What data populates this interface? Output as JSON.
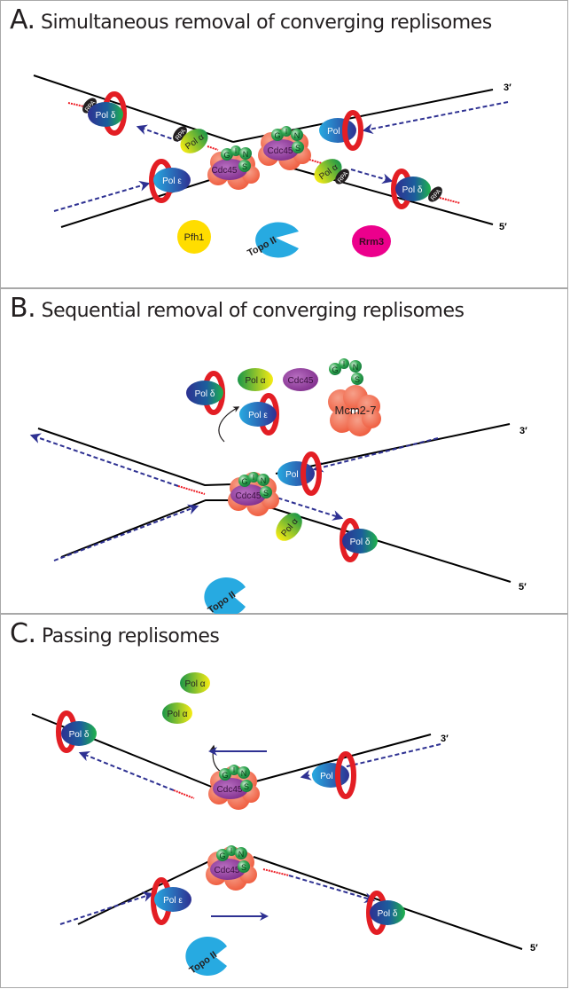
{
  "panels": [
    {
      "id": "A",
      "letter": "A.",
      "title": "Simultaneous removal of converging replisomes",
      "end_labels": {
        "top": "3′",
        "bottom": "5′"
      },
      "proteins": {
        "pol_delta": "Pol δ",
        "pol_epsilon": "Pol ε",
        "pol_alpha": "Pol α",
        "rpa": "RPA",
        "cdc45": "Cdc45",
        "gins": [
          "G",
          "I",
          "N",
          "S"
        ]
      },
      "free_factors": [
        "Pfh1",
        "Topo II",
        "Rrm3"
      ]
    },
    {
      "id": "B",
      "letter": "B.",
      "title": "Sequential removal of converging replisomes",
      "end_labels": {
        "top": "3′",
        "bottom": "5′"
      },
      "released": [
        "Pol α",
        "Cdc45",
        "Pol δ",
        "Pol ε",
        "Mcm2-7"
      ],
      "gins": [
        "G",
        "I",
        "N",
        "S"
      ],
      "proteins": {
        "pol_delta": "Pol δ",
        "pol_epsilon": "Pol ε",
        "pol_alpha": "Pol α",
        "cdc45": "Cdc45"
      },
      "free_factors": [
        "Topo II"
      ]
    },
    {
      "id": "C",
      "letter": "C.",
      "title": "Passing replisomes",
      "end_labels": {
        "top": "3′",
        "bottom": "5′"
      },
      "released": [
        "Pol α",
        "Pol α"
      ],
      "proteins": {
        "pol_delta": "Pol δ",
        "pol_epsilon": "Pol ε",
        "cdc45": "Cdc45",
        "gins": [
          "G",
          "I",
          "N",
          "S"
        ]
      },
      "free_factors": [
        "Topo II"
      ]
    }
  ],
  "colors": {
    "dna": "#000000",
    "nascent_strand": "#2e3192",
    "primer": "#ed1c24",
    "pcna_ring": "#e31e24",
    "topo": "#27aae1",
    "pfh1": "#ffdd00",
    "rrm3": "#ec008c",
    "cdc45": "#92278f",
    "mcm": "#f26b50",
    "gins": "#1f9e49"
  }
}
